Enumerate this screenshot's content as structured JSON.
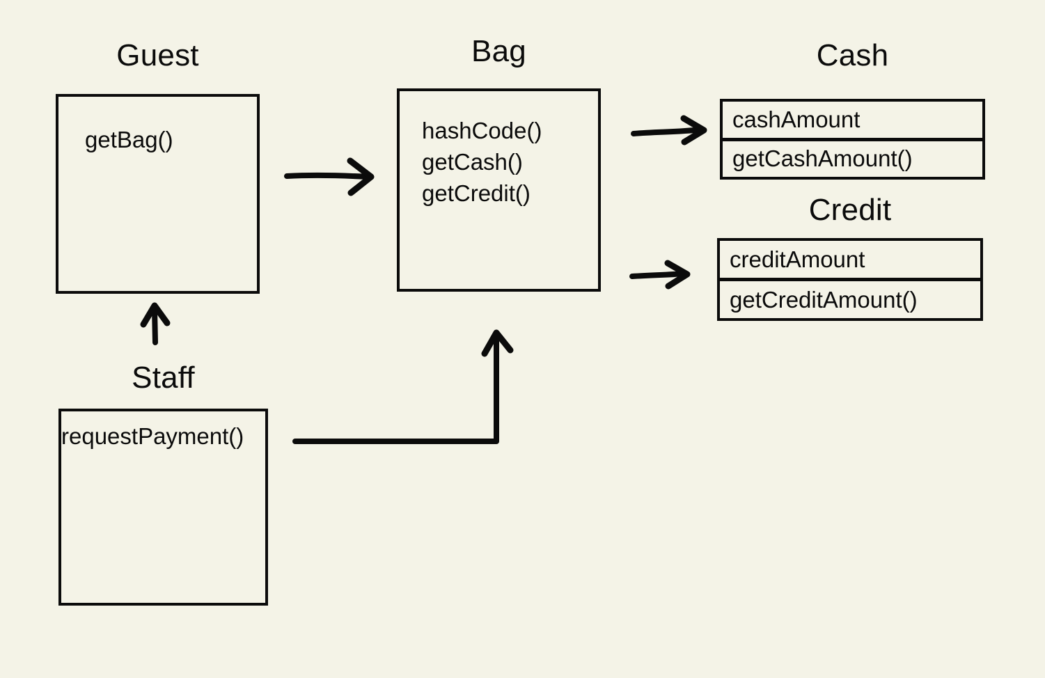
{
  "diagram": {
    "type": "uml-class-diagram",
    "background_color": "#f4f3e7",
    "stroke_color": "#0b0b0b",
    "classes": [
      {
        "id": "guest",
        "title": "Guest",
        "members": [
          "getBag()"
        ]
      },
      {
        "id": "bag",
        "title": "Bag",
        "members": [
          "hashCode()",
          "getCash()",
          "getCredit()"
        ]
      },
      {
        "id": "cash",
        "title": "Cash",
        "attributes": [
          "cashAmount"
        ],
        "methods": [
          "getCashAmount()"
        ]
      },
      {
        "id": "credit",
        "title": "Credit",
        "attributes": [
          "creditAmount"
        ],
        "methods": [
          "getCreditAmount()"
        ]
      },
      {
        "id": "staff",
        "title": "Staff",
        "members": [
          "requestPayment()"
        ]
      }
    ],
    "relationships": [
      {
        "from": "guest",
        "to": "bag",
        "style": "arrow-right"
      },
      {
        "from": "bag",
        "to": "cash",
        "style": "arrow-right"
      },
      {
        "from": "bag",
        "to": "credit",
        "style": "arrow-right"
      },
      {
        "from": "staff",
        "to": "guest",
        "style": "arrow-up"
      },
      {
        "from": "staff",
        "to": "bag",
        "style": "arrow-elbow-up"
      }
    ]
  }
}
